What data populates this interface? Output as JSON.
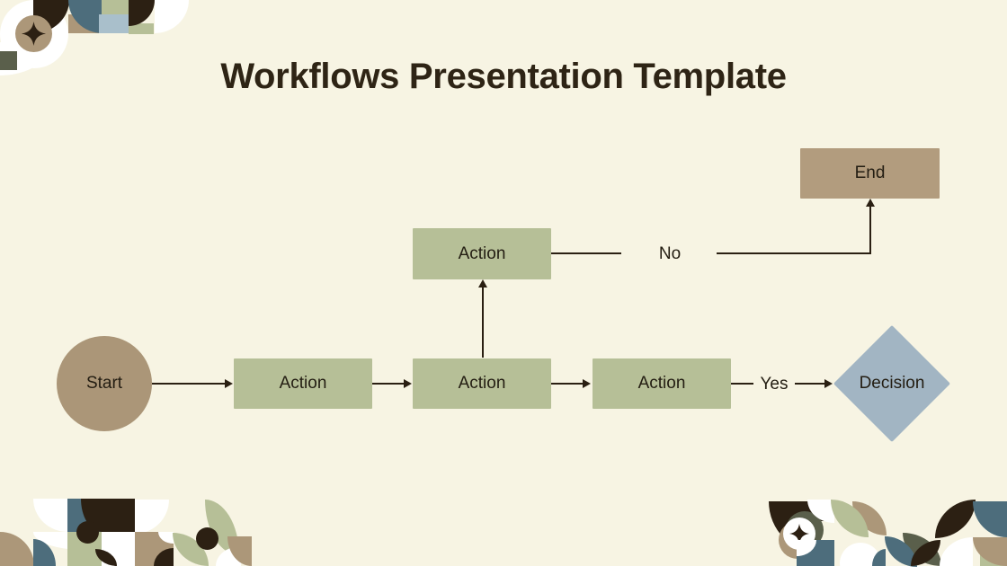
{
  "slide": {
    "title": "Workflows Presentation Template"
  },
  "flowchart": {
    "nodes": [
      {
        "id": "start",
        "shape": "circle",
        "label": "Start",
        "color": "#ab9678"
      },
      {
        "id": "action-1",
        "shape": "rectangle",
        "label": "Action",
        "color": "#b6bf97"
      },
      {
        "id": "action-2",
        "shape": "rectangle",
        "label": "Action",
        "color": "#b6bf97"
      },
      {
        "id": "action-3",
        "shape": "rectangle",
        "label": "Action",
        "color": "#b6bf97"
      },
      {
        "id": "action-branch",
        "shape": "rectangle",
        "label": "Action",
        "color": "#b6bf97"
      },
      {
        "id": "decision",
        "shape": "diamond",
        "label": "Decision",
        "color": "#a2b5c3"
      },
      {
        "id": "end",
        "shape": "rectangle",
        "label": "End",
        "color": "#b29c7e"
      }
    ],
    "edges": [
      {
        "from": "start",
        "to": "action-1",
        "label": ""
      },
      {
        "from": "action-1",
        "to": "action-2",
        "label": ""
      },
      {
        "from": "action-2",
        "to": "action-3",
        "label": ""
      },
      {
        "from": "action-3",
        "to": "decision",
        "label": "Yes"
      },
      {
        "from": "action-2",
        "to": "action-branch",
        "label": ""
      },
      {
        "from": "action-branch",
        "to": "end",
        "label": "No"
      }
    ]
  },
  "decor": {
    "icons": [
      "sparkle-icon",
      "sparkle-icon"
    ],
    "palette": {
      "background": "#f7f4e3",
      "ink": "#2a1f12",
      "dark_brown": "#2c2013",
      "tan": "#ac9779",
      "sage": "#b6bf97",
      "slate_blue": "#4d6d7c",
      "light_blue": "#a9bfcb",
      "olive": "#5a5f4b",
      "white": "#ffffff"
    }
  }
}
